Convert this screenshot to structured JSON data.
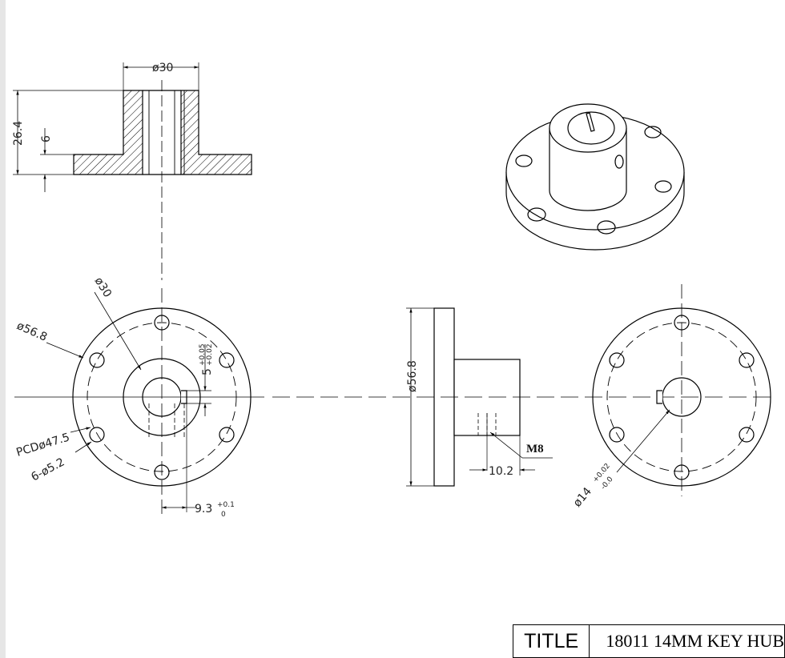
{
  "drawing": {
    "section_view": {
      "dim_bore": "ø30",
      "dim_height": "26.4",
      "dim_flange": "6"
    },
    "front_view": {
      "dim_hub": "ø30",
      "dim_outer": "ø56.8",
      "dim_pcd": "PCDø47.5",
      "dim_holes": "6-ø5.2",
      "dim_key_width": "5",
      "tol_key_width_upper": "+0.05",
      "tol_key_width_lower": "+0.02",
      "dim_key_depth": "9.3",
      "tol_key_depth_upper": "+0.1",
      "tol_key_depth_lower": "0"
    },
    "side_view": {
      "dim_outer": "ø56.8",
      "dim_thread": "M8",
      "dim_thread_pos": "10.2"
    },
    "rear_view": {
      "dim_bore": "ø14",
      "tol_bore_upper": "+0.02",
      "tol_bore_lower": "-0.0"
    }
  },
  "title_block": {
    "label": "TITLE",
    "value": "18011 14MM KEY HUB"
  }
}
